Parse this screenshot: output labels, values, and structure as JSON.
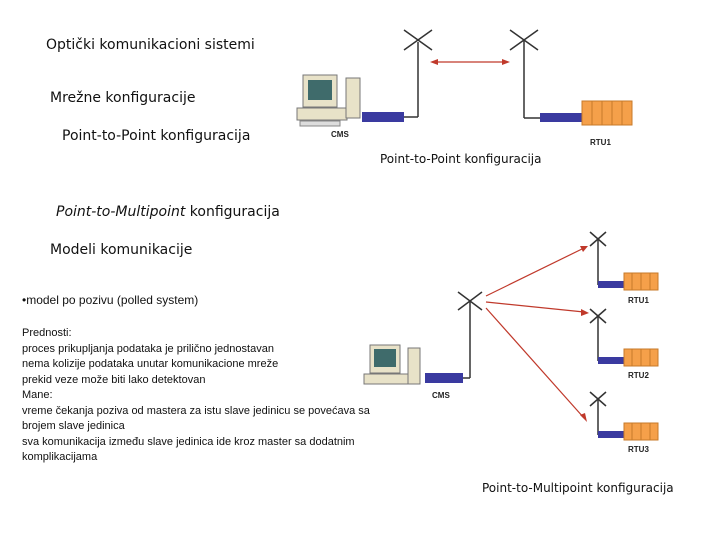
{
  "headings": {
    "optical_systems": "Optički komunikacioni sistemi",
    "network_configs": "Mrežne konfiguracije",
    "p2p_config": "Point-to-Point konfiguracija",
    "p2mp_italic": "Point-to-Multipoint",
    "p2mp_rest": " konfiguracija",
    "comm_models": "Modeli komunikacije"
  },
  "diagram_top": {
    "caption": "Point-to-Point konfiguracija",
    "cms_label": "CMS",
    "rtu_label": "RTU1"
  },
  "diagram_bottom": {
    "caption": "Point-to-Multipoint konfiguracija",
    "cms_label": "CMS",
    "rtu_labels": [
      "RTU1",
      "RTU2",
      "RTU3"
    ]
  },
  "bullet": "•model po pozivu (polled system)",
  "paragraph_lines": [
    "Prednosti:",
    "proces prikupljanja podataka je prilično jednostavan",
    "nema kolizije podataka unutar komunikacione mreže",
    "prekid veze može biti lako detektovan",
    "Mane:",
    "vreme čekanja poziva od mastera za istu slave jedinicu se povećava sa",
    "brojem slave jedinica",
    "sva komunikacija između slave jedinica ide kroz master sa dodatnim",
    "komplikacijama"
  ],
  "colors": {
    "arrow": "#c0392b",
    "rtu_orange": "#f5a04a",
    "modem_blue": "#3a3aa0",
    "computer_beige": "#e8e2c8"
  }
}
